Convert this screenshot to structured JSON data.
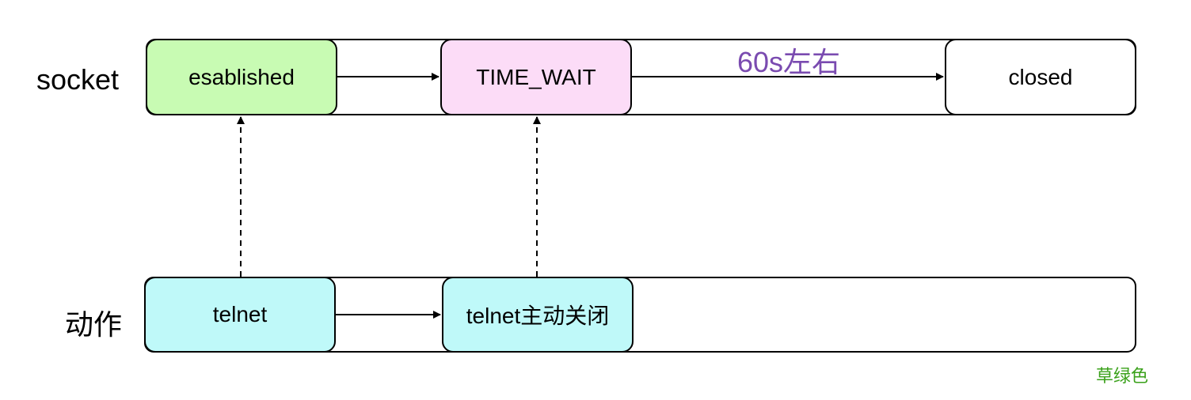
{
  "lanes": {
    "socket_label": "socket",
    "action_label": "动作"
  },
  "nodes": {
    "established": {
      "label": "esablished",
      "fill": "#c8fbb3"
    },
    "time_wait": {
      "label": "TIME_WAIT",
      "fill": "#fcdcf7"
    },
    "closed": {
      "label": "closed",
      "fill": "#ffffff"
    },
    "telnet": {
      "label": "telnet",
      "fill": "#bff9f9"
    },
    "telnet_close": {
      "label": "telnet主动关闭",
      "fill": "#bff9f9"
    }
  },
  "edges": {
    "timewait_to_closed_label": "60s左右"
  },
  "note": "草绿色",
  "colors": {
    "edge_label": "#7a4bb0",
    "note": "#3aa11a"
  }
}
